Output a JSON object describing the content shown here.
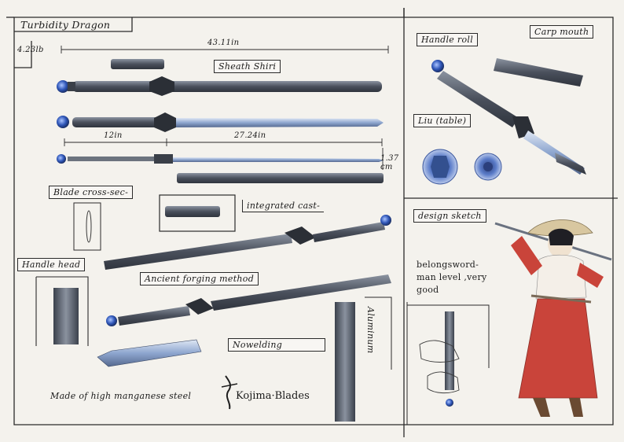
{
  "title": "Turbidity Dragon",
  "weight": "4.23lb",
  "total_length": "43.11in",
  "handle_length": "12in",
  "blade_length": "27.24in",
  "blade_width": "1.37 cm",
  "labels": {
    "sheath": "Sheath Shiri",
    "blade_cross_section": "Blade cross-sec-",
    "integrated_cast": "integrated cast-",
    "handle_head": "Handle head",
    "forging": "Ancient forging method",
    "no_welding": "Nowelding",
    "material_steel": "Made of high manganese steel",
    "aluminum": "Aluminum",
    "handle_roll": "Handle roll",
    "carp_mouth": "Carp mouth",
    "liu": "Liu (table)",
    "design_sketch": "design sketch",
    "note_line1": "belongsword-",
    "note_line2": "man level ,very",
    "note_line3": "good"
  },
  "brand": "Kojima·Blades",
  "colors": {
    "paper": "#f4f2ed",
    "ink": "#1d1d1d",
    "steel": "#5f6672",
    "blade_blue": "#7f98c4",
    "gem_blue": "#2f56b8",
    "robe_red": "#c9443a"
  }
}
